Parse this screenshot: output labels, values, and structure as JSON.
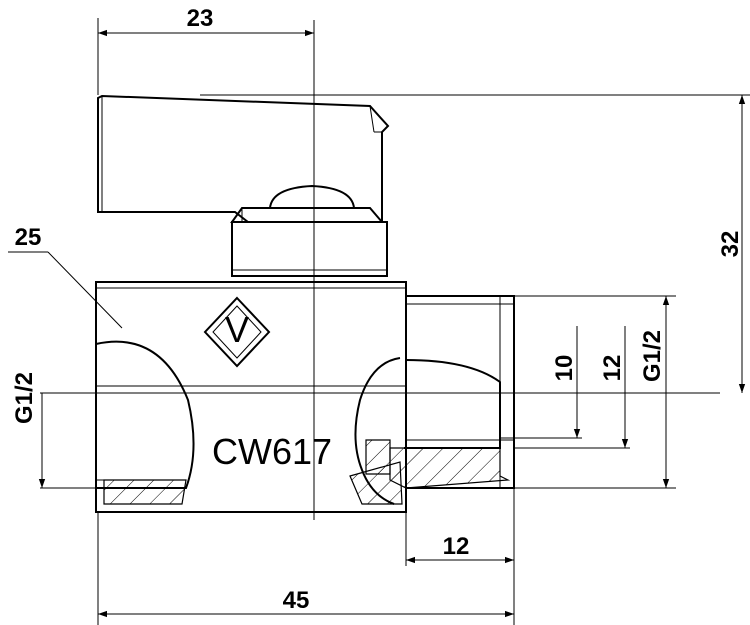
{
  "drawing": {
    "dimensions": {
      "handle_width": "23",
      "total_height": "32",
      "wrench_size": "25",
      "left_thread": "G1/2",
      "right_thread": "G1/2",
      "inner_bore": "10",
      "outer_bore": "12",
      "thread_length": "12",
      "total_length": "45"
    },
    "body_marking": "CW617",
    "logo_letter": "V"
  }
}
